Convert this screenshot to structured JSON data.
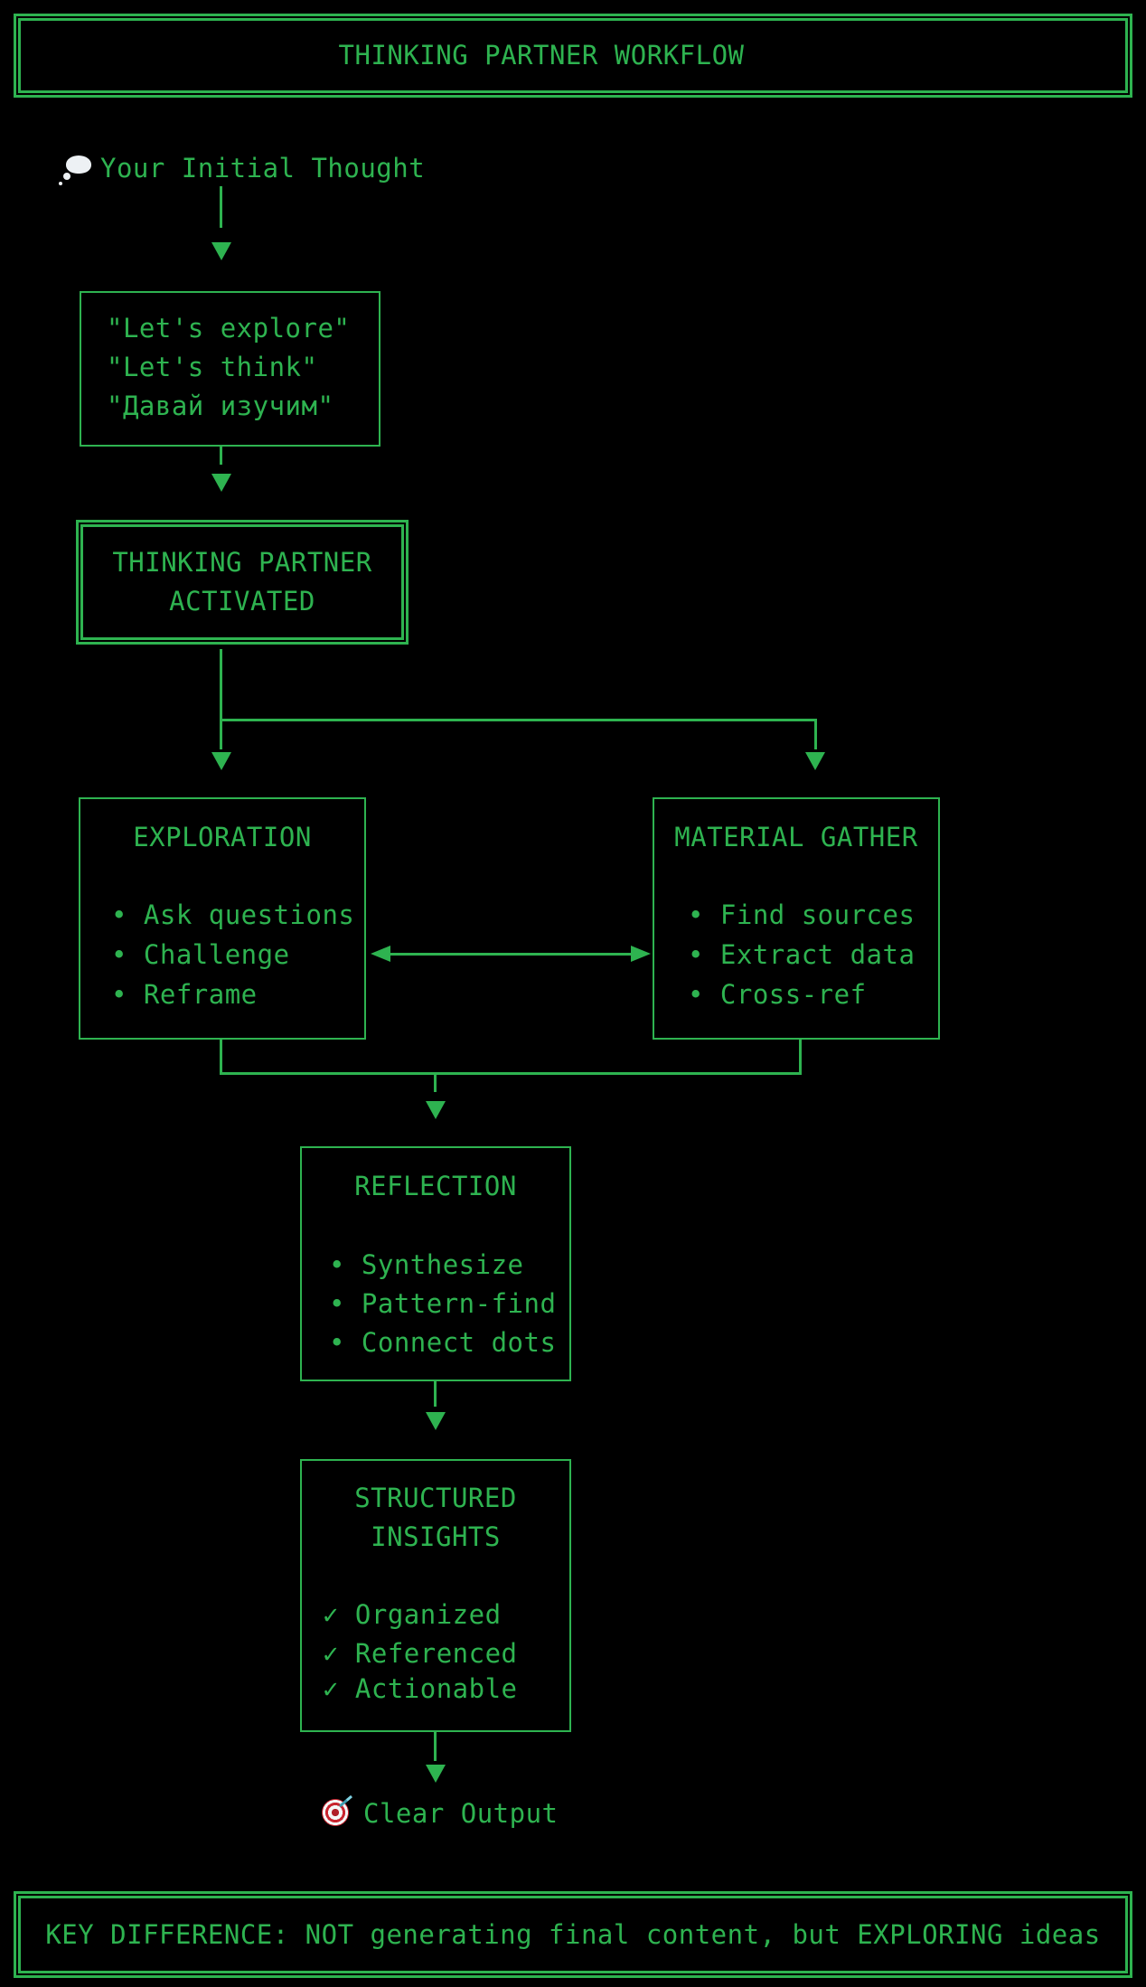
{
  "colors": {
    "background": "#000000",
    "terminal_green": "#2eb350",
    "thought_cloud_white": "#edf1f4",
    "target_red": "#c9242f"
  },
  "banner": {
    "title": "THINKING PARTNER WORKFLOW"
  },
  "flow": {
    "initial_thought": {
      "icon": "thought-balloon",
      "label": "Your Initial Thought"
    },
    "trigger_box": {
      "lines": [
        "\"Let's explore\"",
        "\"Let's think\"",
        "\"Давай изучим\""
      ]
    },
    "activation_box": {
      "lines": [
        "THINKING PARTNER",
        "ACTIVATED"
      ]
    },
    "exploration_box": {
      "title": "EXPLORATION",
      "items": [
        "• Ask questions",
        "• Challenge",
        "• Reframe"
      ]
    },
    "material_box": {
      "title": "MATERIAL GATHER",
      "items": [
        "• Find sources",
        "• Extract data",
        "• Cross-ref"
      ]
    },
    "reflection_box": {
      "title": "REFLECTION",
      "items": [
        "• Synthesize",
        "• Pattern-find",
        "• Connect dots"
      ]
    },
    "insights_box": {
      "title_lines": [
        "STRUCTURED",
        "INSIGHTS"
      ],
      "items": [
        "✓ Organized",
        "✓ Referenced",
        "✓ Actionable"
      ]
    },
    "output": {
      "icon": "target",
      "label": "Clear Output"
    }
  },
  "footer": {
    "text": "KEY DIFFERENCE: NOT generating final content, but EXPLORING ideas"
  }
}
